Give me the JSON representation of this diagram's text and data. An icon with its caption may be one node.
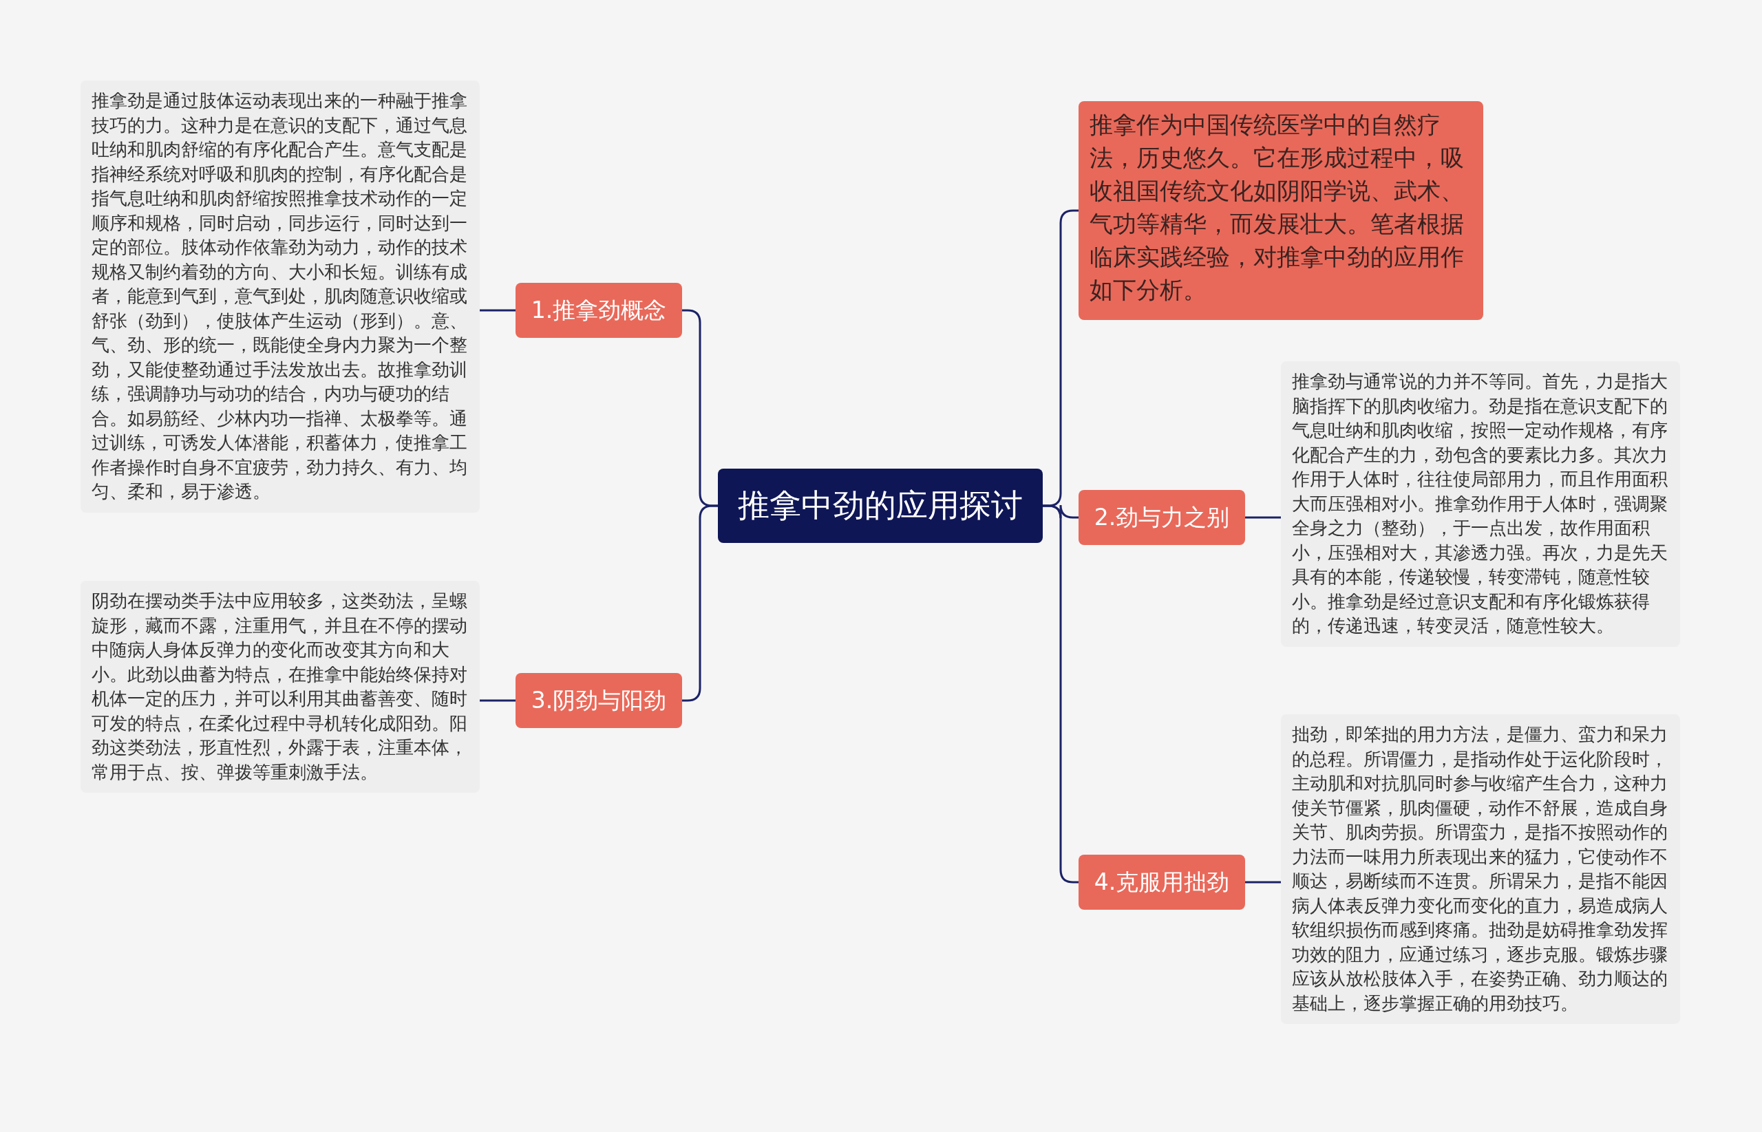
{
  "diagram": {
    "nodes": [
      {
        "text": [
          "推拿中劲的应用探讨"
        ]
      },
      {
        "text": [
          "推拿作为中国传统医学中的自然疗法，历史悠久。它在形成过程中，吸收祖国传统文化如阴阳学说、武术、气功等精华，而发展壮大。笔者根据临床实践经验，对推拿中劲的应用作如下分析。"
        ]
      },
      {
        "text": [
          "1.推拿劲概念"
        ]
      },
      {
        "text": [
          "推拿劲是通过肢体运动表现出来的一种融于推拿技巧的力。这种力是在意识的支配下，通过气息吐纳和肌肉舒缩的有序化配合产生。意气支配是指神经系统对呼吸和肌肉的控制，有序化配合是指气息吐纳和肌肉舒缩按照推拿技术动作的一定顺序和规格，同时启动，同步运行，同时达到一定的部位。肢体动作依靠劲为动力，动作的技术规格又制约着劲的方向、大小和长短。训练有成者，能意到气到，意气到处，肌肉随意识收缩或舒张（劲到），使肢体产生运动（形到）。意、气、劲、形的统一，既能使全身内力聚为一个整劲，又能使整劲通过手法发放出去。故推拿劲训练，强调静功与动功的结合，内功与硬功的结合。如易筋经、少林内功一指禅、太极拳等。通过训练，可诱发人体潜能，积蓄体力，使推拿工作者操作时自身不宜疲劳，劲力持久、有力、均匀、柔和，易于渗透。"
        ]
      },
      {
        "text": [
          "2.劲与力之别"
        ]
      },
      {
        "text": [
          "推拿劲与通常说的力并不等同。首先，力是指大脑指挥下的肌肉收缩力。劲是指在意识支配下的气息吐纳和肌肉收缩，按照一定动作规格，有序化配合产生的力，劲包含的要素比力多。其次力作用于人体时，往往使局部用力，而且作用面积大而压强相对小。推拿劲作用于人体时，强调聚全身之力（整劲），于一点出发，故作用面积小，压强相对大，其渗透力强。再次，力是先天具有的本能，传递较慢，转变滞钝，随意性较小。推拿劲是经过意识支配和有序化锻炼获得的，传递迅速，转变灵活，随意性较大。"
        ]
      },
      {
        "text": [
          "3.阴劲与阳劲"
        ]
      },
      {
        "text": [
          "阴劲在摆动类手法中应用较多，这类劲法，呈螺旋形，藏而不露，注重用气，并且在不停的摆动中随病人身体反弹力的变化而改变其方向和大小。此劲以曲蓄为特点，在推拿中能始终保持对机体一定的压力，并可以利用其曲蓄善变、随时可发的特点，在柔化过程中寻机转化成阳劲。阳劲这类劲法，形直性烈，外露于表，注重本体，常用于点、按、弹拨等重刺激手法。"
        ]
      },
      {
        "text": [
          "4.克服用拙劲"
        ]
      },
      {
        "text": [
          "拙劲，即笨拙的用力方法，是僵力、蛮力和呆力的总程。所谓僵力，是指动作处于运化阶段时，主动肌和对抗肌同时参与收缩产生合力，这种力使关节僵紧，肌肉僵硬，动作不舒展，造成自身关节、肌肉劳损。所谓蛮力，是指不按照动作的力法而一味用力所表现出来的猛力，它使动作不顺达，易断续而不连贯。所谓呆力，是指不能因病人体表反弹力变化而变化的直力，易造成病人软组织损伤而感到疼痛。拙劲是妨碍推拿劲发挥功效的阻力，应通过练习，逐步克服。锻炼步骤应该从放松肢体入手，在姿势正确、劲力顺达的基础上，逐步掌握正确的用劲技巧。"
        ]
      }
    ],
    "edges": [
      {
        "from": 0,
        "to": 1,
        "arrow": "none"
      },
      {
        "from": 0,
        "to": 2,
        "arrow": "none"
      },
      {
        "from": 2,
        "to": 3,
        "arrow": "none"
      },
      {
        "from": 0,
        "to": 4,
        "arrow": "none"
      },
      {
        "from": 4,
        "to": 5,
        "arrow": "none"
      },
      {
        "from": 0,
        "to": 6,
        "arrow": "none"
      },
      {
        "from": 6,
        "to": 7,
        "arrow": "none"
      },
      {
        "from": 0,
        "to": 8,
        "arrow": "none"
      },
      {
        "from": 8,
        "to": 9,
        "arrow": "none"
      }
    ]
  }
}
